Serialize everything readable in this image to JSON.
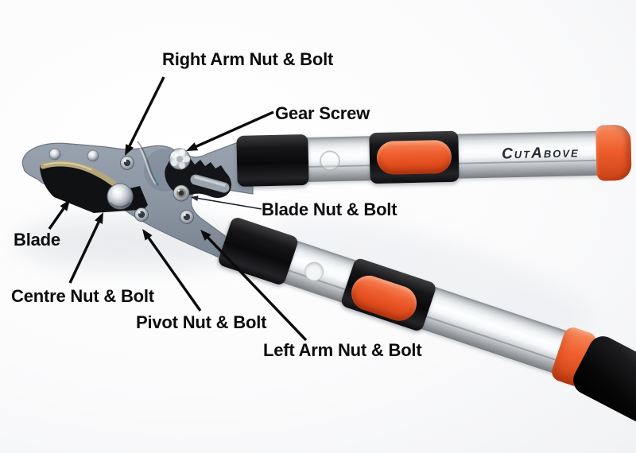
{
  "diagram": {
    "brand": "CutAbove",
    "labels": {
      "right_arm": "Right Arm Nut & Bolt",
      "gear_screw": "Gear Screw",
      "blade_nut": "Blade Nut & Bolt",
      "blade": "Blade",
      "centre_nut": "Centre Nut & Bolt",
      "pivot_nut": "Pivot Nut & Bolt",
      "left_arm": "Left Arm Nut & Bolt"
    },
    "colors": {
      "accent_orange": "#ef5f2c",
      "metal_gray": "#8d97a4",
      "blade_black": "#101113",
      "brass_edge": "#b6a77b",
      "handle_silver": "#e0e3e6",
      "grip_black": "#121214",
      "label_text": "#0c0c0c"
    }
  }
}
